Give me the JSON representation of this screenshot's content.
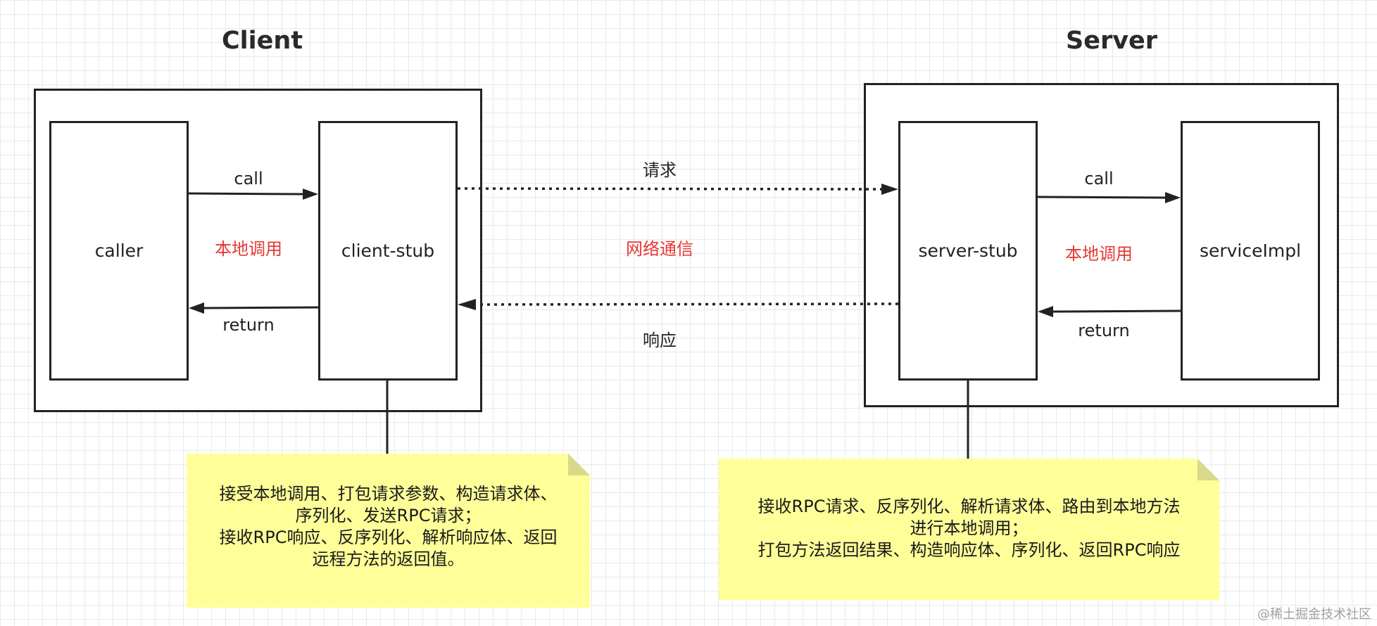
{
  "client": {
    "title": "Client",
    "caller": "caller",
    "stub": "client-stub",
    "call": "call",
    "return": "return",
    "local": "本地调用",
    "note": [
      "接受本地调用、打包请求参数、构造请求体、",
      "序列化、发送RPC请求；",
      "接收RPC响应、反序列化、解析响应体、返回",
      "远程方法的返回值。"
    ]
  },
  "server": {
    "title": "Server",
    "stub": "server-stub",
    "impl": "serviceImpl",
    "call": "call",
    "return": "return",
    "local": "本地调用",
    "note": [
      "接收RPC请求、反序列化、解析请求体、路由到本地方法",
      "进行本地调用；",
      "打包方法返回结果、构造响应体、序列化、返回RPC响应"
    ]
  },
  "network": {
    "request": "请求",
    "label": "网络通信",
    "response": "响应"
  },
  "watermark": "@稀土掘金技术社区",
  "colors": {
    "accent_red": "#e53935",
    "note_fill": "#ffff99",
    "note_fold": "#d9d98a"
  }
}
